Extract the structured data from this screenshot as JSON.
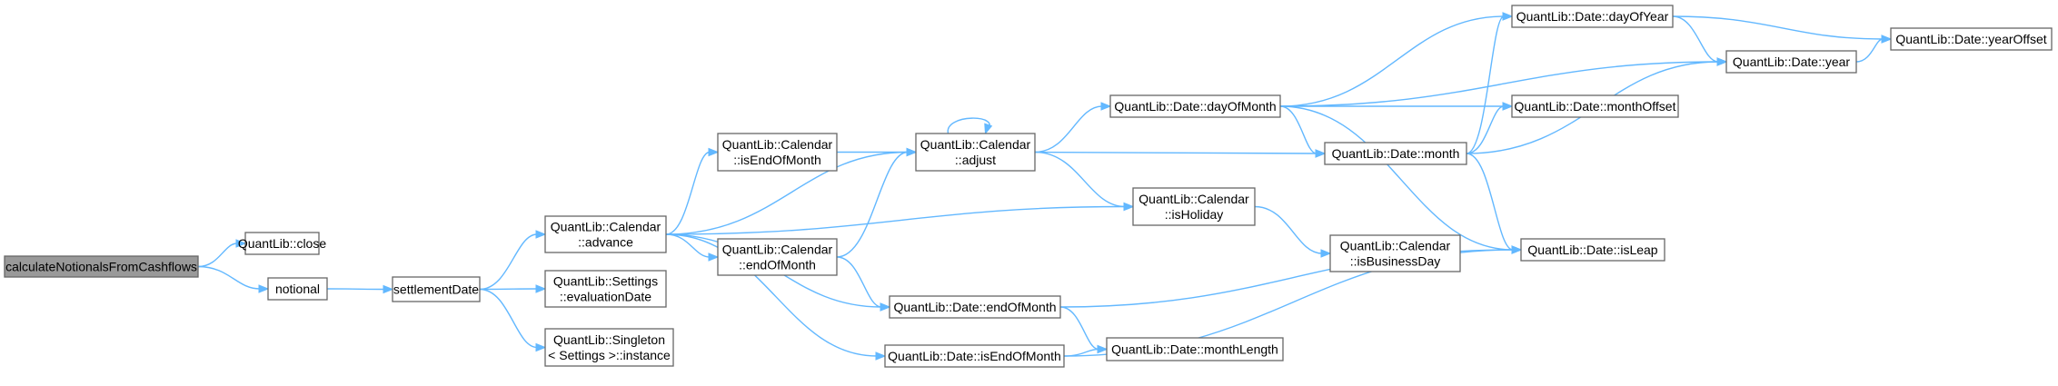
{
  "diagram": {
    "nodes": [
      {
        "id": "calc",
        "lines": [
          "calculateNotionalsFromCashflows"
        ],
        "root": true
      },
      {
        "id": "close",
        "lines": [
          "QuantLib::close"
        ]
      },
      {
        "id": "notional",
        "lines": [
          "notional"
        ]
      },
      {
        "id": "settlementDate",
        "lines": [
          "settlementDate"
        ]
      },
      {
        "id": "advance",
        "lines": [
          "QuantLib::Calendar",
          "::advance"
        ]
      },
      {
        "id": "evaluationDate",
        "lines": [
          "QuantLib::Settings",
          "::evaluationDate"
        ]
      },
      {
        "id": "instance",
        "lines": [
          "QuantLib::Singleton",
          "< Settings >::instance"
        ]
      },
      {
        "id": "isEndOfMonthCal",
        "lines": [
          "QuantLib::Calendar",
          "::isEndOfMonth"
        ]
      },
      {
        "id": "endOfMonthCal",
        "lines": [
          "QuantLib::Calendar",
          "::endOfMonth"
        ]
      },
      {
        "id": "adjust",
        "lines": [
          "QuantLib::Calendar",
          "::adjust"
        ]
      },
      {
        "id": "dateEndOfMonth",
        "lines": [
          "QuantLib::Date::endOfMonth"
        ]
      },
      {
        "id": "dateIsEndOfMonth",
        "lines": [
          "QuantLib::Date::isEndOfMonth"
        ]
      },
      {
        "id": "dayOfMonth",
        "lines": [
          "QuantLib::Date::dayOfMonth"
        ]
      },
      {
        "id": "isHoliday",
        "lines": [
          "QuantLib::Calendar",
          "::isHoliday"
        ]
      },
      {
        "id": "monthLength",
        "lines": [
          "QuantLib::Date::monthLength"
        ]
      },
      {
        "id": "month",
        "lines": [
          "QuantLib::Date::month"
        ]
      },
      {
        "id": "isBusinessDay",
        "lines": [
          "QuantLib::Calendar",
          "::isBusinessDay"
        ]
      },
      {
        "id": "dayOfYear",
        "lines": [
          "QuantLib::Date::dayOfYear"
        ]
      },
      {
        "id": "monthOffset",
        "lines": [
          "QuantLib::Date::monthOffset"
        ]
      },
      {
        "id": "isLeap",
        "lines": [
          "QuantLib::Date::isLeap"
        ]
      },
      {
        "id": "year",
        "lines": [
          "QuantLib::Date::year"
        ]
      },
      {
        "id": "yearOffset",
        "lines": [
          "QuantLib::Date::yearOffset"
        ]
      }
    ],
    "edges": [
      [
        "calc",
        "close"
      ],
      [
        "calc",
        "notional"
      ],
      [
        "notional",
        "settlementDate"
      ],
      [
        "settlementDate",
        "advance"
      ],
      [
        "settlementDate",
        "evaluationDate"
      ],
      [
        "settlementDate",
        "instance"
      ],
      [
        "advance",
        "isEndOfMonthCal"
      ],
      [
        "advance",
        "adjust"
      ],
      [
        "advance",
        "endOfMonthCal"
      ],
      [
        "advance",
        "isHoliday"
      ],
      [
        "advance",
        "dateEndOfMonth"
      ],
      [
        "advance",
        "dateIsEndOfMonth"
      ],
      [
        "isEndOfMonthCal",
        "adjust"
      ],
      [
        "endOfMonthCal",
        "adjust"
      ],
      [
        "endOfMonthCal",
        "dateEndOfMonth"
      ],
      [
        "adjust",
        "adjust"
      ],
      [
        "adjust",
        "dayOfMonth"
      ],
      [
        "adjust",
        "isHoliday"
      ],
      [
        "adjust",
        "month"
      ],
      [
        "dayOfMonth",
        "dayOfYear"
      ],
      [
        "dayOfMonth",
        "year"
      ],
      [
        "dayOfMonth",
        "monthOffset"
      ],
      [
        "dayOfMonth",
        "month"
      ],
      [
        "dayOfMonth",
        "isLeap"
      ],
      [
        "isHoliday",
        "isBusinessDay"
      ],
      [
        "dateEndOfMonth",
        "isLeap"
      ],
      [
        "dateEndOfMonth",
        "monthLength"
      ],
      [
        "dateIsEndOfMonth",
        "monthLength"
      ],
      [
        "dateIsEndOfMonth",
        "isLeap"
      ],
      [
        "month",
        "dayOfYear"
      ],
      [
        "month",
        "monthOffset"
      ],
      [
        "month",
        "year"
      ],
      [
        "month",
        "isLeap"
      ],
      [
        "dayOfYear",
        "year"
      ],
      [
        "dayOfYear",
        "yearOffset"
      ],
      [
        "year",
        "yearOffset"
      ]
    ]
  }
}
